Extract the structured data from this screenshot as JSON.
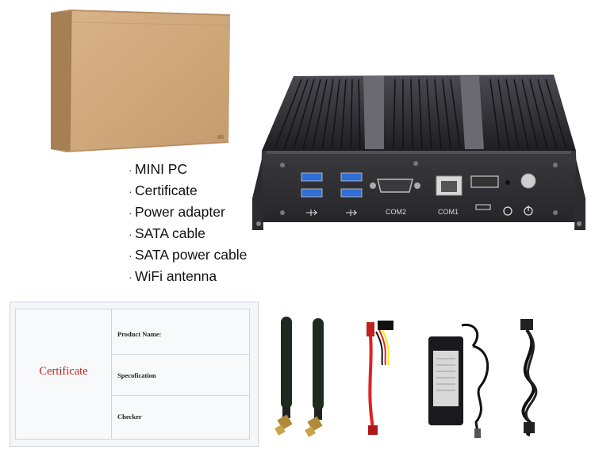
{
  "contents_list": {
    "items": [
      "MINI PC",
      "Certificate",
      "Power adapter",
      "SATA cable",
      "SATA power cable",
      "WiFi antenna"
    ]
  },
  "pc_ports": {
    "com2_label": "COM2",
    "com1_label": "COM1"
  },
  "certificate": {
    "title": "Certificate",
    "product_name_label": "Product Name:",
    "specification_label": "Specofication",
    "checker_label": "Checker",
    "title_color": "#c8201e"
  },
  "icons": [
    "usb-icon",
    "mini-usb-icon",
    "reset-icon",
    "power-icon"
  ],
  "colors": {
    "cardboard": "#c9a47a",
    "chassis": "#2a2a2d",
    "usb_blue": "#2f6fd6"
  }
}
